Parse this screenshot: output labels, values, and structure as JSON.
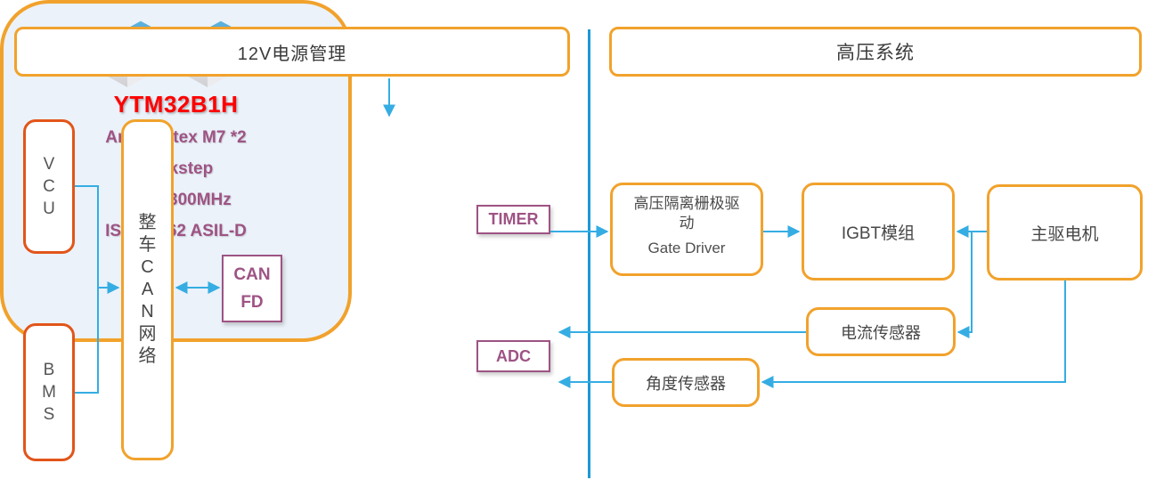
{
  "colors": {
    "orange": "#F1A22C",
    "orange_deep": "#E2551A",
    "purple": "#9E5384",
    "red": "#FF0000",
    "arrow_blue": "#35ADE3",
    "divider_blue": "#1B99D5",
    "mcu_fill": "#EBF2FA",
    "text_dark": "#4D4D4D"
  },
  "panels": {
    "left_title": "12V电源管理",
    "right_title": "高压系统"
  },
  "nodes": {
    "vcu": {
      "label": "V\nC\nU"
    },
    "bms": {
      "label": "B\nM\nS"
    },
    "can_network": {
      "label": "整\n车\nC\nA\nN\n网\n络"
    },
    "mcu": {
      "chip_name": "YTM32B1H",
      "icon": "dual-chip-isometric",
      "spec_lines": [
        "Arm Cortex M7 *2",
        "Lockstep",
        "Up to 300MHz",
        "ISO 26262 ASIL-D"
      ],
      "can_fd_label": "CAN\nFD",
      "timer_label": "TIMER",
      "adc_label": "ADC"
    },
    "gate_driver": {
      "label_cn": "高压隔离栅极驱\n动",
      "label_en": "Gate Driver"
    },
    "igbt": {
      "label": "IGBT模组"
    },
    "motor": {
      "label": "主驱电机"
    },
    "current_sensor": {
      "label": "电流传感器"
    },
    "angle_sensor": {
      "label": "角度传感器"
    }
  }
}
